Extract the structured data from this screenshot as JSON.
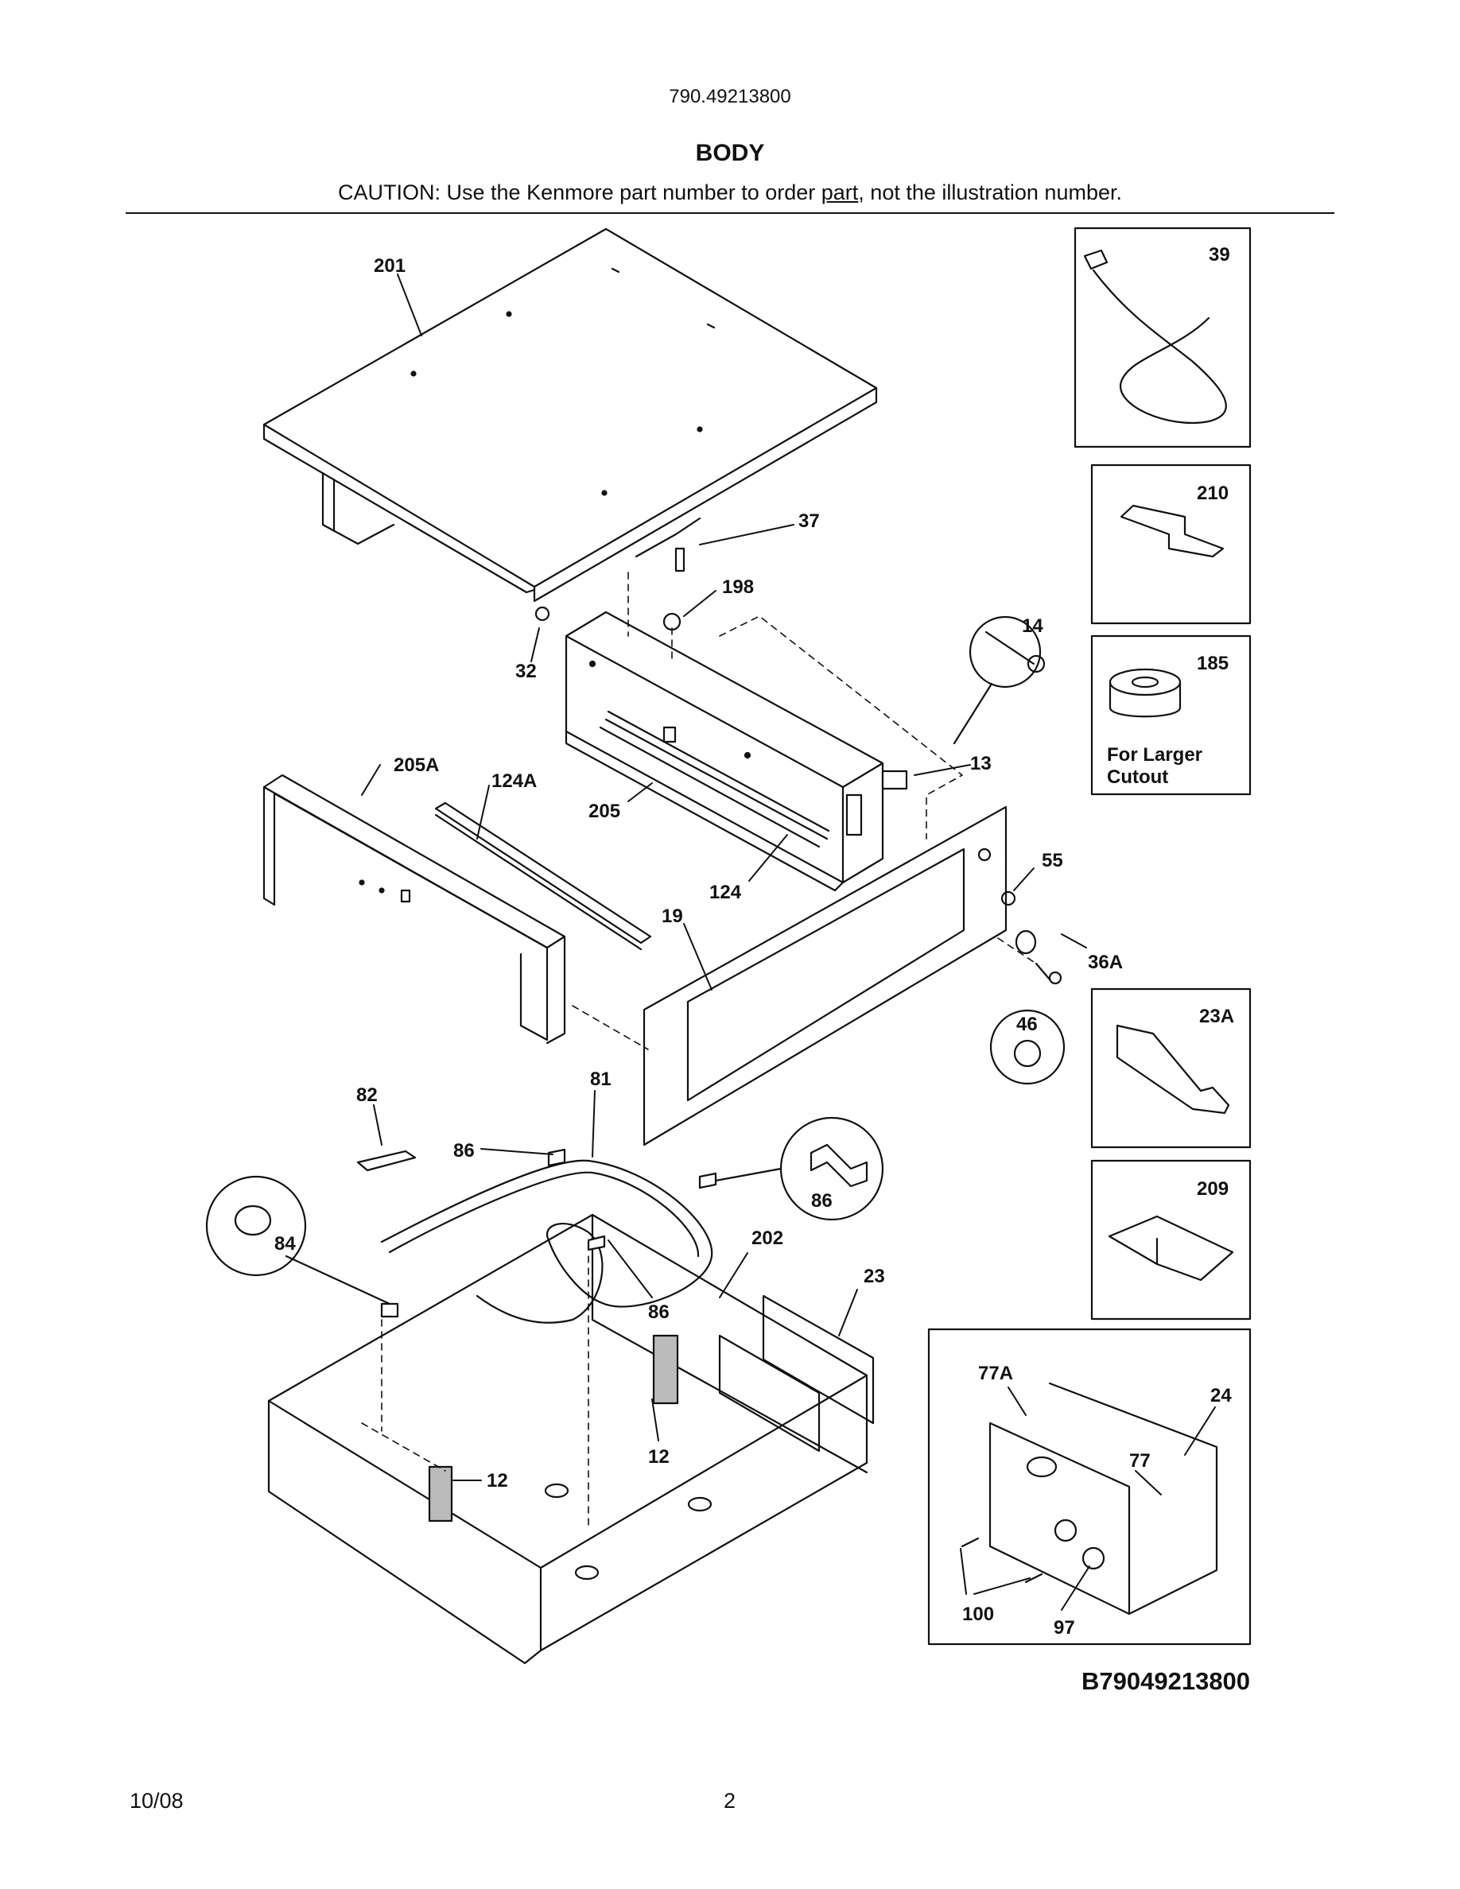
{
  "header": {
    "model_number": "790.49213800",
    "title": "BODY",
    "caution_before": "CAUTION: Use the Kenmore part number to order ",
    "caution_underlined": "part",
    "caution_after": ", not the illustration number."
  },
  "labels": {
    "p201": "201",
    "p37": "37",
    "p198": "198",
    "p32": "32",
    "p14": "14",
    "p13": "13",
    "p205A": "205A",
    "p124A": "124A",
    "p205": "205",
    "p124": "124",
    "p19": "19",
    "p55": "55",
    "p36A": "36A",
    "p46": "46",
    "p82": "82",
    "p81": "81",
    "p86a": "86",
    "p86b": "86",
    "p86c": "86",
    "p84": "84",
    "p202": "202",
    "p23": "23",
    "p12a": "12",
    "p12b": "12",
    "p39": "39",
    "p210": "210",
    "p185": "185",
    "p23A": "23A",
    "p209": "209",
    "p77A": "77A",
    "p24": "24",
    "p77": "77",
    "p100": "100",
    "p97": "97"
  },
  "inset_note_line1": "For Larger",
  "inset_note_line2": "Cutout",
  "diagram_code": "B79049213800",
  "footer": {
    "date": "10/08",
    "page": "2"
  }
}
